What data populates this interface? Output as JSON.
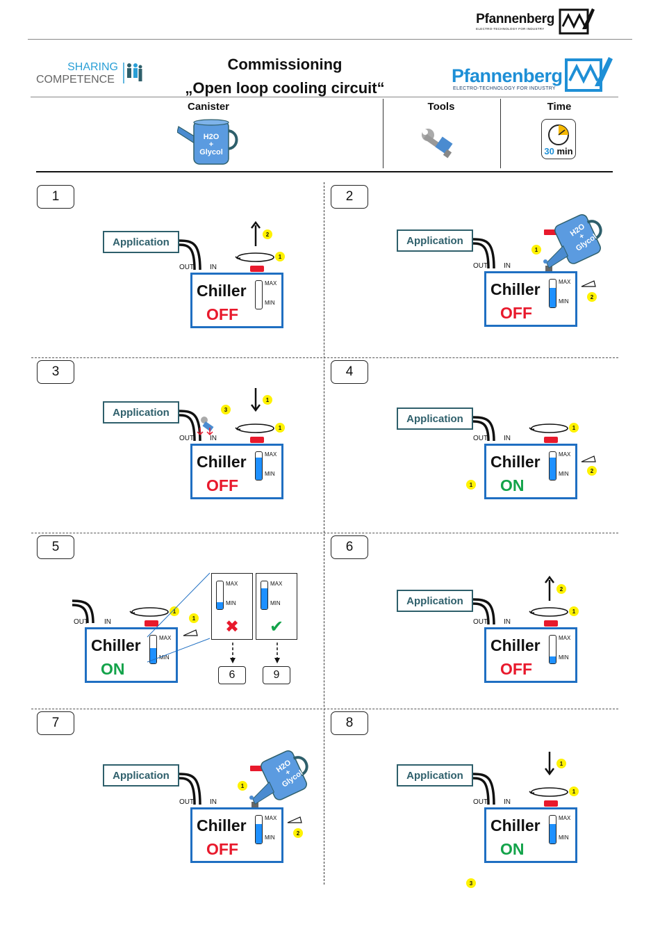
{
  "brand": {
    "name": "Pfannenberg",
    "tagline": "ELECTRO-TECHNOLOGY FOR INDUSTRY",
    "color": "#1e8fd6"
  },
  "sharing": {
    "line1": "SHARING",
    "line2": "COMPETENCE"
  },
  "title": {
    "line1": "Commissioning",
    "line2": "„Open loop cooling circuit“"
  },
  "columns": {
    "canister": "Canister",
    "tools": "Tools",
    "time": "Time"
  },
  "canister_text": {
    "h2o": "H2O",
    "plus": "+",
    "glycol": "Glycol"
  },
  "time_text": {
    "value": "30",
    "unit": "min"
  },
  "labels": {
    "application": "Application",
    "chiller": "Chiller",
    "off": "OFF",
    "on": "ON",
    "max": "MAX",
    "min": "MIN",
    "out": "OUT",
    "in": "IN"
  },
  "steps": [
    {
      "number": "1",
      "state": "OFF",
      "level": 0.0
    },
    {
      "number": "2",
      "state": "OFF",
      "level": 0.7
    },
    {
      "number": "3",
      "state": "OFF",
      "level": 0.8
    },
    {
      "number": "4",
      "state": "ON",
      "level": 0.8
    },
    {
      "number": "5",
      "state": "ON",
      "level": 0.55,
      "branches": [
        "6",
        "9"
      ]
    },
    {
      "number": "6",
      "state": "OFF",
      "level": 0.25
    },
    {
      "number": "7",
      "state": "OFF",
      "level": 0.7
    },
    {
      "number": "8",
      "state": "ON",
      "level": 0.7
    }
  ],
  "badges": [
    "1",
    "2",
    "3"
  ],
  "colors": {
    "chiller_border": "#1f6fc2",
    "off": "#e8192c",
    "on": "#13a34a",
    "badge": "#fff200",
    "water": "#1e90ff",
    "app_border": "#2e5f6b"
  }
}
